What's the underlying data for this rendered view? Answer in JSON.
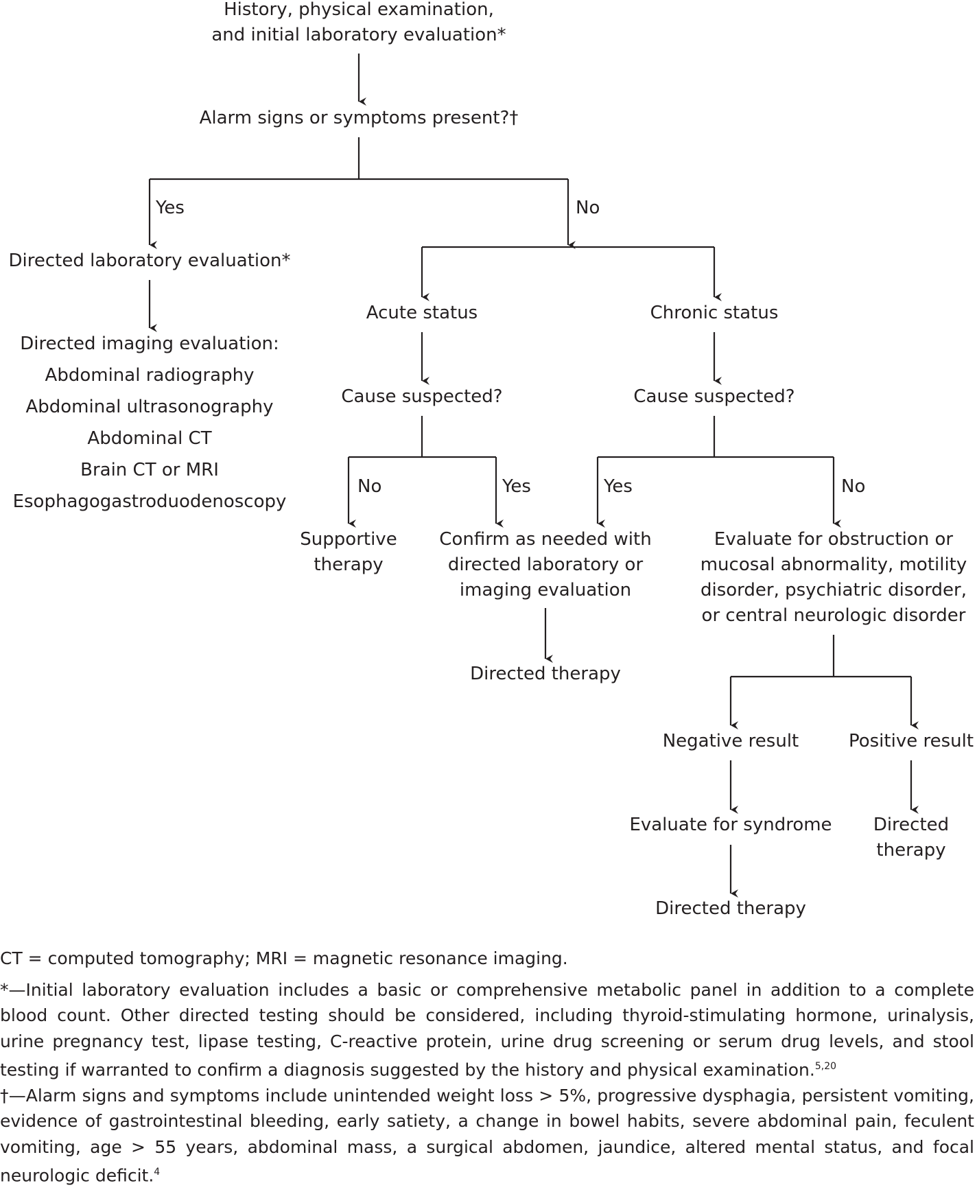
{
  "nodes": {
    "start": [
      "History, physical examination,",
      "and initial laboratory evaluation*"
    ],
    "alarm_question": "Alarm signs or symptoms present?†",
    "directed_lab": "Directed laboratory evaluation*",
    "directed_imaging_title": "Directed imaging evaluation:",
    "directed_imaging_items": [
      "Abdominal radiography",
      "Abdominal ultrasonography",
      "Abdominal CT",
      "Brain CT or MRI",
      "Esophagogastroduodenoscopy"
    ],
    "acute_status": "Acute status",
    "chronic_status": "Chronic status",
    "acute_cause_suspected": "Cause suspected?",
    "chronic_cause_suspected": "Cause suspected?",
    "supportive_therapy": [
      "Supportive",
      "therapy"
    ],
    "confirm_as_needed": [
      "Confirm as needed with",
      "directed laboratory or",
      "imaging evaluation"
    ],
    "acute_directed_therapy": "Directed therapy",
    "evaluate_obstruction": [
      "Evaluate for obstruction or",
      "mucosal abnormality, motility",
      "disorder, psychiatric disorder,",
      "or central neurologic disorder"
    ],
    "negative_result": "Negative result",
    "positive_result": "Positive result",
    "evaluate_syndrome": "Evaluate for syndrome",
    "negative_directed_therapy": "Directed therapy",
    "positive_directed_therapy": [
      "Directed",
      "therapy"
    ]
  },
  "edge_labels": {
    "alarm_yes": "Yes",
    "alarm_no": "No",
    "acute_no": "No",
    "acute_yes": "Yes",
    "chronic_yes": "Yes",
    "chronic_no": "No"
  },
  "footnotes": {
    "abbreviations": "CT = computed tomography; MRI = magnetic resonance imaging.",
    "asterisk": "*—Initial laboratory evaluation includes a basic or comprehensive metabolic panel in addition to a complete blood count. Other directed testing should be considered, including thyroid-stimulating hormone, urinalysis, urine pregnancy test, lipase testing, C-reactive protein, urine drug screening or serum drug levels, and stool testing if warranted to confirm a diagnosis suggested by the history and physical examination.",
    "asterisk_refs": "5,20",
    "dagger": "†—Alarm signs and symptoms include unintended weight loss > 5%, progressive dysphagia, persistent vomiting, evidence of gastrointestinal bleeding, early satiety, a change in bowel habits, severe abdominal pain, feculent vomiting, age > 55 years, abdominal mass, a surgical abdomen, jaundice, altered mental status, and focal neurologic deficit.",
    "dagger_refs": "4"
  },
  "colors": {
    "ink": "#231f20"
  }
}
